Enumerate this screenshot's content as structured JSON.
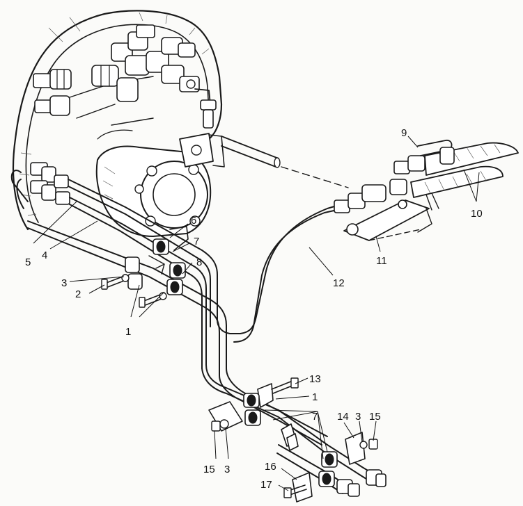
{
  "callouts": [
    {
      "id": "c1a",
      "text": "1"
    },
    {
      "id": "c2",
      "text": "2"
    },
    {
      "id": "c3a",
      "text": "3"
    },
    {
      "id": "c4",
      "text": "4"
    },
    {
      "id": "c5",
      "text": "5"
    },
    {
      "id": "c6",
      "text": "6"
    },
    {
      "id": "c7a",
      "text": "7"
    },
    {
      "id": "c8",
      "text": "8"
    },
    {
      "id": "c9",
      "text": "9"
    },
    {
      "id": "c10",
      "text": "10"
    },
    {
      "id": "c11",
      "text": "11"
    },
    {
      "id": "c12",
      "text": "12"
    },
    {
      "id": "c13",
      "text": "13"
    },
    {
      "id": "c1b",
      "text": "1"
    },
    {
      "id": "c7b",
      "text": "7"
    },
    {
      "id": "c14",
      "text": "14"
    },
    {
      "id": "c3b",
      "text": "3"
    },
    {
      "id": "c15a",
      "text": "15"
    },
    {
      "id": "c15b",
      "text": "15"
    },
    {
      "id": "c3c",
      "text": "3"
    },
    {
      "id": "c16",
      "text": "16"
    },
    {
      "id": "c17",
      "text": "17"
    }
  ]
}
